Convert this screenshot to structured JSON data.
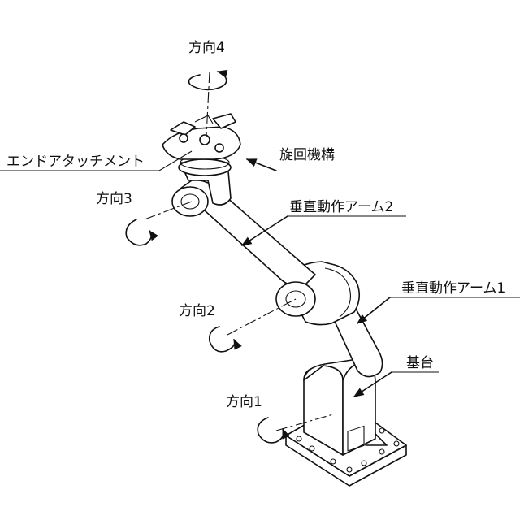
{
  "labels": {
    "dir4": "方向4",
    "dir3": "方向3",
    "dir2": "方向2",
    "dir1": "方向1",
    "end_attachment": "エンドアタッチメント",
    "rotation_mechanism": "旋回機構",
    "arm2": "垂直動作アーム2",
    "arm1": "垂直動作アーム1",
    "base": "基台"
  }
}
